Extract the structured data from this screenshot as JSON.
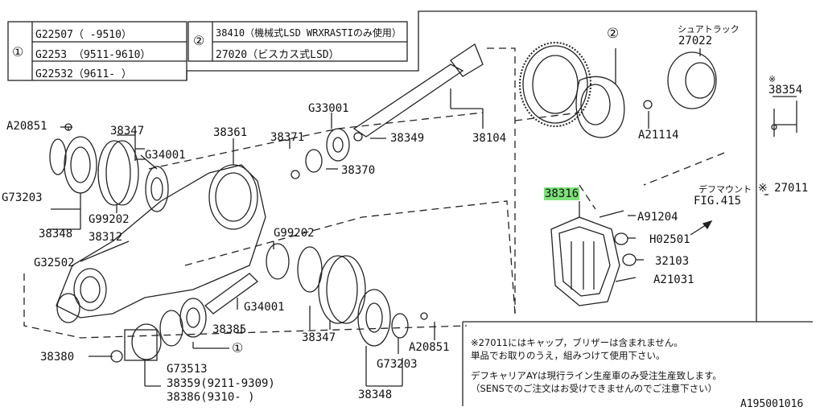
{
  "legend": {
    "row1_marker": "①",
    "row1_a": "G22507（      -9510）",
    "row1_b": "G2253 （9511-9610）",
    "row1_c": "G22532（9611-      ）",
    "row2_marker": "②",
    "row2_a": "38410（機械式LSD WRXRASTIのみ使用）",
    "row2_b": "27020（ビスカス式LSD）"
  },
  "parts": {
    "A20851_top": "A20851",
    "p38347_top": "38347",
    "G34001_top": "G34001",
    "p38361": "38361",
    "p38371": "38371",
    "G33001": "G33001",
    "p38349": "38349",
    "p38104": "38104",
    "p38370": "38370",
    "G73203_left": "G73203",
    "G99202_left": "G99202",
    "p38348_left": "38348",
    "p38312": "38312",
    "G32502": "G32502",
    "G99202_mid": "G99202",
    "G34001_mid": "G34001",
    "p38385": "38385",
    "p38347_mid": "38347",
    "marker1": "①",
    "p38380": "38380",
    "G73513": "G73513",
    "p38359": "38359(9211-9309)",
    "p38386": "38386(9310-      )",
    "A20851_bot": "A20851",
    "G73203_bot": "G73203",
    "p38348_bot": "38348",
    "marker2": "②",
    "shoe_track": "シュアトラック",
    "p27022": "27022",
    "A21114": "A21114",
    "asterisk_38354": "※",
    "p38354": "38354",
    "diff_mount": "デフマウント",
    "fig": "FIG.415",
    "p27011": "※  27011",
    "p38316": "38316",
    "A91204": "A91204",
    "H02501": "H02501",
    "p32103": "32103",
    "A21031": "A21031"
  },
  "notes": {
    "line1": "※27011にはキャップ，ブリザーは含まれません。",
    "line2": "単品でお取りのうえ，組みつけて使用下さい。",
    "line3": "デフキャリアAYは現行ライン生産車のみ受注生産致します。",
    "line4": "（SENSでのご注文はお受けできませんのでご注意下さい）"
  },
  "ref": "A195001016"
}
